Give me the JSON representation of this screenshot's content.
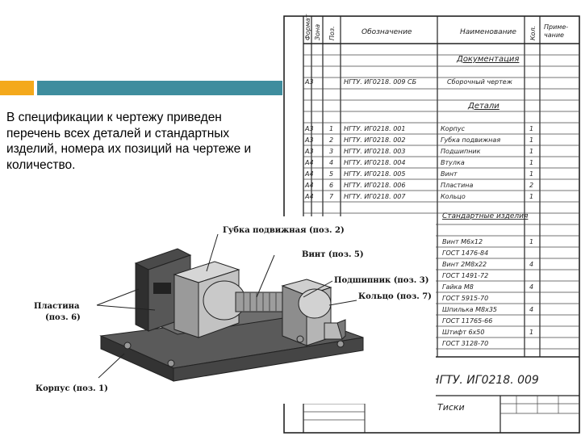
{
  "slide": {
    "text": "В спецификации к чертежу приведен перечень всех деталей и стандартных изделий, номера их позиций на чертеже и количество."
  },
  "spec": {
    "headers": {
      "format": "Формат",
      "zone": "Зона",
      "pos": "Поз.",
      "designation": "Обозначение",
      "name": "Наименование",
      "qty": "Кол.",
      "note": "Приме-\nчание"
    },
    "section_doc": "Документация",
    "doc_row": {
      "format": "А3",
      "designation": "НГТУ. ИГ0218. 009 СБ",
      "name": "Сборочный чертеж"
    },
    "section_parts": "Детали",
    "parts": [
      {
        "format": "А3",
        "pos": "1",
        "designation": "НГТУ. ИГ0218. 001",
        "name": "Корпус",
        "qty": "1"
      },
      {
        "format": "А3",
        "pos": "2",
        "designation": "НГТУ. ИГ0218. 002",
        "name": "Губка подвижная",
        "qty": "1"
      },
      {
        "format": "А3",
        "pos": "3",
        "designation": "НГТУ. ИГ0218. 003",
        "name": "Подшипник",
        "qty": "1"
      },
      {
        "format": "А4",
        "pos": "4",
        "designation": "НГТУ. ИГ0218. 004",
        "name": "Втулка",
        "qty": "1"
      },
      {
        "format": "А4",
        "pos": "5",
        "designation": "НГТУ. ИГ0218. 005",
        "name": "Винт",
        "qty": "1"
      },
      {
        "format": "А4",
        "pos": "6",
        "designation": "НГТУ. ИГ0218. 006",
        "name": "Пластина",
        "qty": "2"
      },
      {
        "format": "А4",
        "pos": "7",
        "designation": "НГТУ. ИГ0218. 007",
        "name": "Кольцо",
        "qty": "1"
      }
    ],
    "section_std": "Стандартные изделия",
    "std_items": [
      {
        "text": "Винт М6х12",
        "qty": "1"
      },
      {
        "text": "ГОСТ 1476-84",
        "qty": ""
      },
      {
        "text": "Винт 2М8х22",
        "qty": "4"
      },
      {
        "text": "ГОСТ 1491-72",
        "qty": ""
      },
      {
        "text": "Гайка М8",
        "qty": "4"
      },
      {
        "text": "ГОСТ 5915-70",
        "qty": ""
      },
      {
        "text": "Шпилька М8х35",
        "qty": "4"
      },
      {
        "text": "ГОСТ 11765-66",
        "qty": ""
      },
      {
        "text": "Штифт 6х50",
        "qty": "1"
      },
      {
        "text": "ГОСТ 3128-70",
        "qty": ""
      }
    ],
    "title_block": {
      "code": "НГТУ. ИГ0218. 009",
      "name": "Тиски"
    }
  },
  "vise_labels": {
    "jaw": "Губка подвижная (поз. 2)",
    "screw": "Винт (поз. 5)",
    "bearing": "Подшипник (поз. 3)",
    "ring": "Кольцо (поз. 7)",
    "plate_line1": "Пластина",
    "plate_line2": "(поз. 6)",
    "body": "Корпус (поз. 1)"
  }
}
